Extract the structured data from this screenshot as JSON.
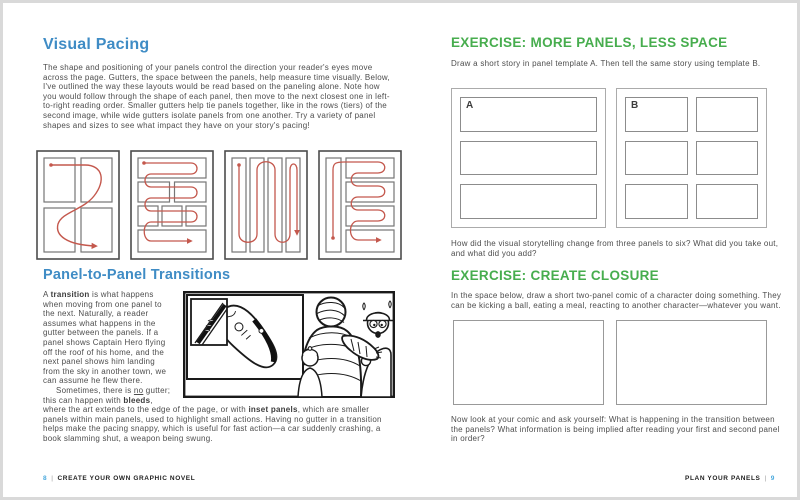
{
  "colors": {
    "heading_blue": "#3f8cc5",
    "heading_green": "#47ad4e",
    "page_number_blue": "#4aa9dd",
    "body_text": "#4d4d4d",
    "flow_arrow_red": "#c4584d"
  },
  "left_page": {
    "visual_pacing": {
      "title": "Visual Pacing",
      "body": "The shape and positioning of your panels control the direction your reader's eyes move across the page. Gutters, the space between the panels, help measure time visually. Below, I've outlined the way these layouts would be read based on the paneling alone. Note how you would follow through the shape of each panel, then move to the next closest one in left-to-right reading order. Smaller gutters help tie panels together, like in the rows (tiers) of the second image, while wide gutters isolate panels from one another. Try a variety of panel shapes and sizes to see what impact they have on your story's pacing!"
    },
    "pacing_diagrams": [
      "s-curve-two-by-two-grid",
      "tiered-rows-snake",
      "vertical-columns-snake",
      "column-plus-rows-snake"
    ],
    "transitions": {
      "title": "Panel-to-Panel Transitions",
      "p1": [
        {
          "text": "A "
        },
        {
          "text": "transition",
          "style": "bold"
        },
        {
          "text": " is what happens when moving from one panel to the next. Naturally, a reader assumes what happens in the gutter between the panels. If a panel shows Captain Hero flying off the roof of his home, and the next panel shows him landing from the sky in another town, we can assume he flew there."
        }
      ],
      "p2": [
        {
          "text": "Sometimes, there is "
        },
        {
          "text": "no",
          "style": "underline"
        },
        {
          "text": " gutter; this can happen with "
        },
        {
          "text": "bleeds",
          "style": "bold"
        },
        {
          "text": ", where the art extends to the edge of the page, or with "
        },
        {
          "text": "inset panels",
          "style": "bold"
        },
        {
          "text": ", which are smaller panels within main panels, used to highlight small actions. Having no gutter in a transition helps make the pacing snappy, which is useful for fast action—a car suddenly crashing, a book slamming shut, a weapon being swung."
        }
      ],
      "illustration": "mummy-emerging-from-coffin-scaring-man-in-hard-hat"
    },
    "footer": {
      "page_number": "8",
      "separator": "|",
      "book_title": "CREATE YOUR OWN GRAPHIC NOVEL"
    }
  },
  "right_page": {
    "exercise_more_panels": {
      "title": "EXERCISE: MORE PANELS, LESS SPACE",
      "intro": "Draw a short story in panel template A. Then tell the same story using template B.",
      "template_a_label": "A",
      "template_b_label": "B",
      "followup": "How did the visual storytelling change from three panels to six? What did you take out, and what did you add?"
    },
    "exercise_create_closure": {
      "title": "EXERCISE: CREATE CLOSURE",
      "intro": "In the space below, draw a short two-panel comic of a character doing something. They can be kicking a ball, eating a meal, reacting to another character—whatever you want.",
      "followup": "Now look at your comic and ask yourself: What is happening in the transition between the panels? What information is being implied after reading your first and second panel in order?"
    },
    "footer": {
      "chapter_title": "PLAN YOUR PANELS",
      "separator": "|",
      "page_number": "9"
    }
  }
}
